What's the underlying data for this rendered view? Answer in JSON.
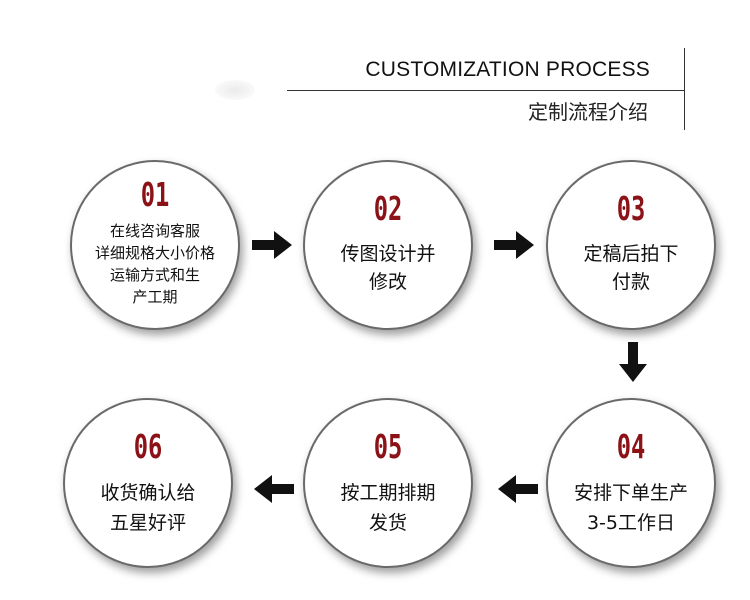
{
  "header": {
    "title_en": "CUSTOMIZATION PROCESS",
    "title_zh": "定制流程介绍"
  },
  "steps": [
    {
      "number": "01",
      "lines": [
        "在线咨询客服",
        "详细规格大小价格",
        "运输方式和生",
        "产工期"
      ]
    },
    {
      "number": "02",
      "lines": [
        "传图设计并",
        "修改"
      ]
    },
    {
      "number": "03",
      "lines": [
        "定稿后拍下",
        "付款"
      ]
    },
    {
      "number": "04",
      "lines": [
        "安排下单生产",
        "3-5工作日"
      ]
    },
    {
      "number": "05",
      "lines": [
        "按工期排期",
        "发货"
      ]
    },
    {
      "number": "06",
      "lines": [
        "收货确认给",
        "五星好评"
      ]
    }
  ],
  "colors": {
    "number": "#8b1217",
    "arrow": "#111111",
    "circle_border": "#6a6a6a"
  }
}
